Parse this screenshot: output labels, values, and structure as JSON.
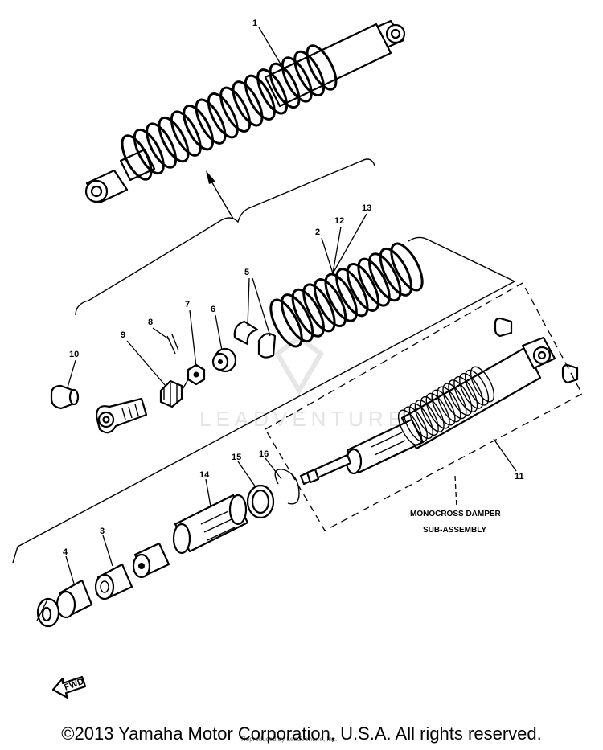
{
  "callouts": {
    "c1": "1",
    "c2": "2",
    "c3": "3",
    "c4": "4",
    "c5": "5",
    "c6": "6",
    "c7": "7",
    "c8": "8",
    "c9": "9",
    "c10": "10",
    "c11": "11",
    "c12": "12",
    "c13": "13",
    "c14": "14",
    "c15": "15",
    "c16": "16"
  },
  "assembly_label": {
    "line1": "MONOCROSS DAMPER",
    "line2": "SUB-ASSEMBLY"
  },
  "fwd_label": "FWD",
  "watermark": "LEADVENTURE",
  "credit": "Reproduced by LeadVenture, Inc.",
  "copyright": "©2013 Yamaha Motor Corporation, U.S.A. All rights reserved."
}
